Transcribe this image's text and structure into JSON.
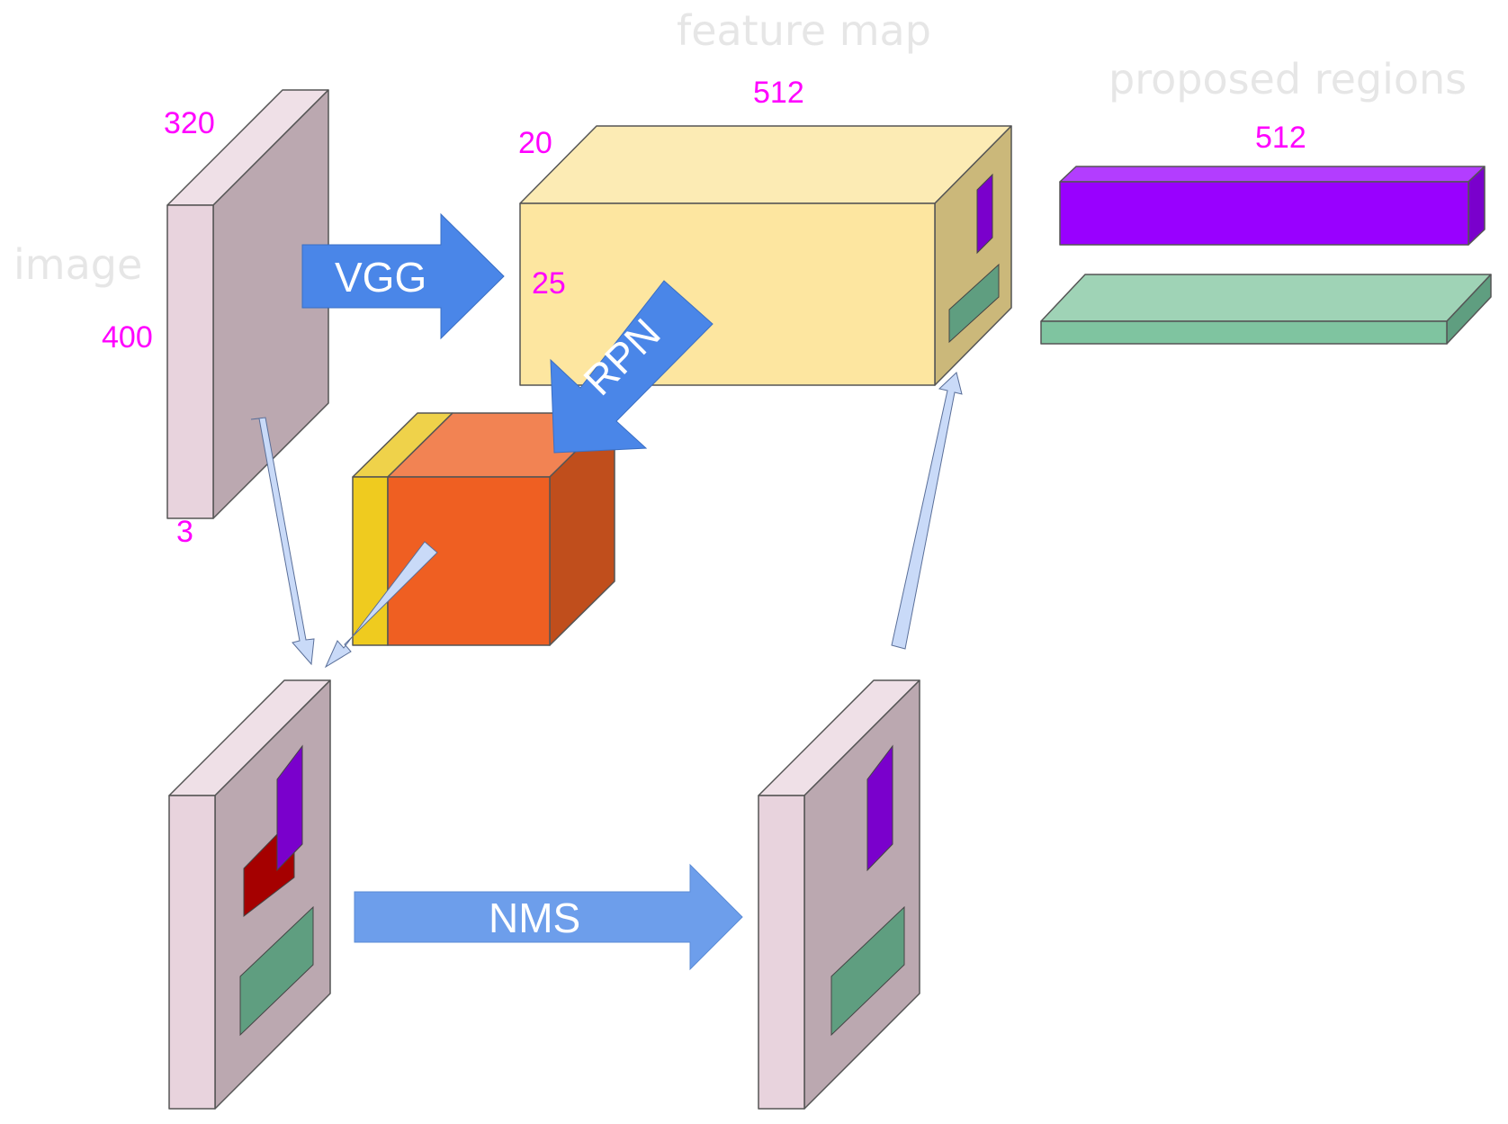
{
  "labels": {
    "image": "image",
    "feature_map": "feature map",
    "proposed_regions": "proposed regions"
  },
  "dimensions": {
    "image_width": "320",
    "image_height": "400",
    "image_channels": "3",
    "feature_depth": "512",
    "feature_width": "20",
    "feature_height": "25",
    "region_depth": "512"
  },
  "arrows": {
    "vgg": "VGG",
    "rpn": "RPN",
    "nms": "NMS"
  },
  "colors": {
    "image_front": "#e8d3dd",
    "image_side": "#bba8b0",
    "feature_front": "#fde6a0",
    "feature_side": "#cbb87a",
    "anchor_front": "#ef5f22",
    "anchor_top": "#f28353",
    "anchor_side": "#c04e1c",
    "anchor_band": "#efcb1f",
    "region_purple": "#9900ff",
    "region_green": "#7fc4a0",
    "box_red": "#a50000",
    "box_purple": "#7a00cc",
    "box_green": "#5f9e80",
    "arrow_blue": "#4a86e8",
    "arrow_light": "#c9daf8"
  }
}
